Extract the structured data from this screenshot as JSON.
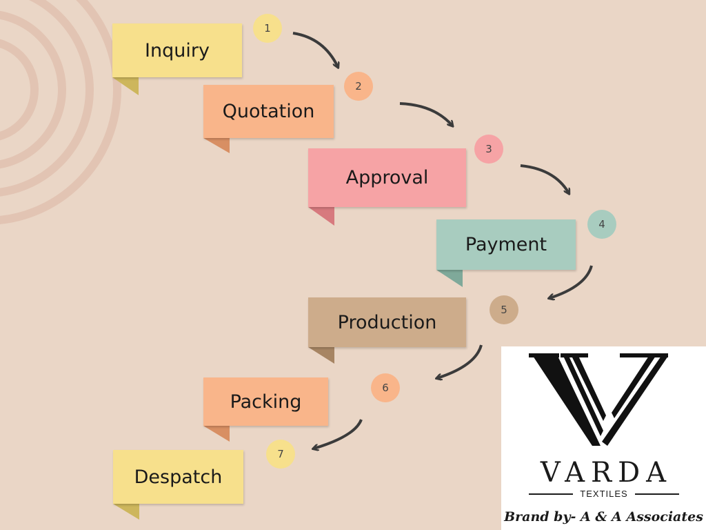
{
  "steps": [
    {
      "number": "1",
      "label": "Inquiry",
      "color": "#f7e08c",
      "fold_color": "#cdb65c",
      "badge_color": "#f7e08c"
    },
    {
      "number": "2",
      "label": "Quotation",
      "color": "#f9b58a",
      "fold_color": "#d88f63",
      "badge_color": "#f9b58a"
    },
    {
      "number": "3",
      "label": "Approval",
      "color": "#f6a3a5",
      "fold_color": "#d77a7e",
      "badge_color": "#f6a3a5"
    },
    {
      "number": "4",
      "label": "Payment",
      "color": "#a8ccbf",
      "fold_color": "#7fa99a",
      "badge_color": "#a8ccbf"
    },
    {
      "number": "5",
      "label": "Production",
      "color": "#cdac8b",
      "fold_color": "#a78563",
      "badge_color": "#cdac8b"
    },
    {
      "number": "6",
      "label": "Packing",
      "color": "#f9b58a",
      "fold_color": "#d88f63",
      "badge_color": "#f9b58a"
    },
    {
      "number": "7",
      "label": "Despatch",
      "color": "#f7e08c",
      "fold_color": "#cdb65c",
      "badge_color": "#f7e08c"
    }
  ],
  "logo": {
    "name": "VARDA",
    "subtitle": "TEXTILES",
    "tagline": "Brand by- A & A Associates"
  },
  "colors": {
    "background": "#ead6c6",
    "arcs": "#e2c4b3",
    "arrow": "#3b3b3b"
  }
}
